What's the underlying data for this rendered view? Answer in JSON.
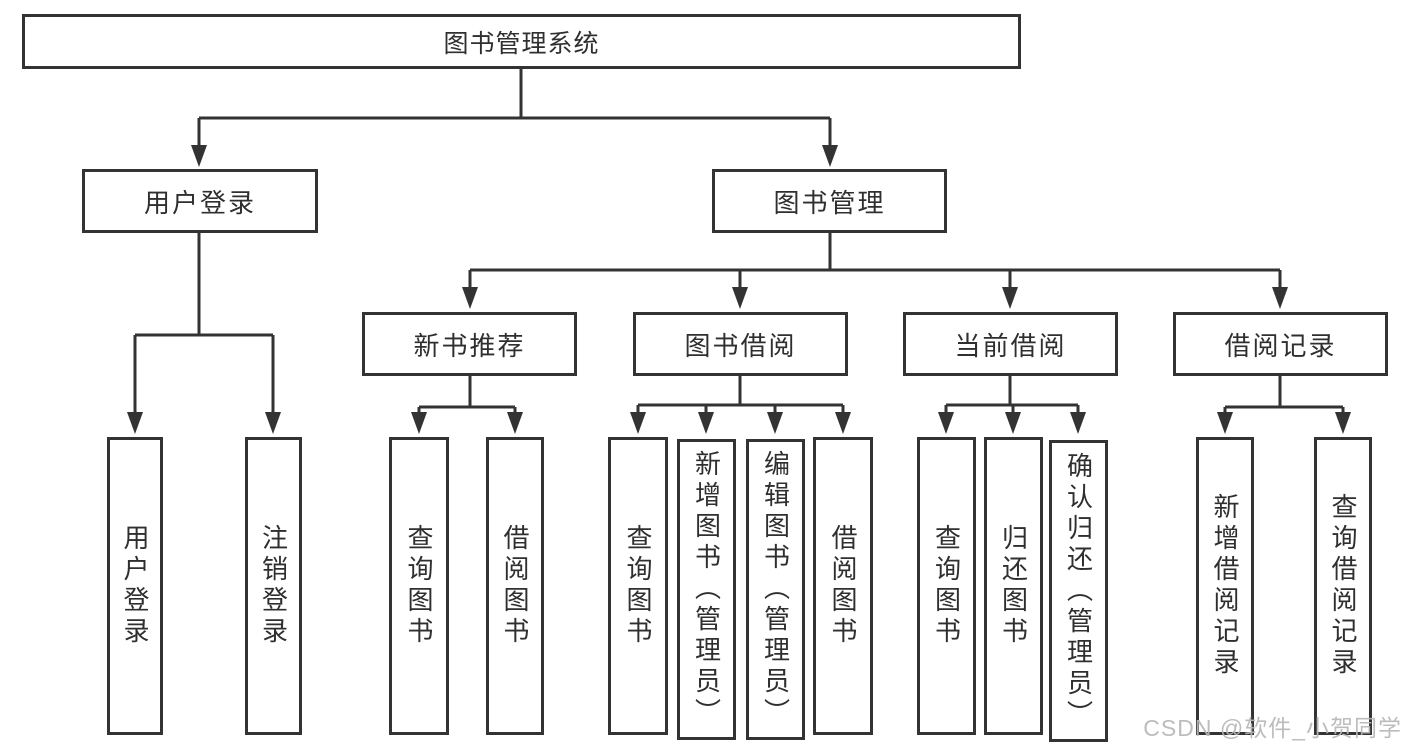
{
  "diagram": {
    "root": {
      "label": "图书管理系统"
    },
    "branches": [
      {
        "label": "用户登录",
        "children": [
          {
            "label": "用户登录"
          },
          {
            "label": "注销登录"
          }
        ]
      },
      {
        "label": "图书管理",
        "children": [
          {
            "label": "新书推荐",
            "children": [
              {
                "label": "查询图书"
              },
              {
                "label": "借阅图书"
              }
            ]
          },
          {
            "label": "图书借阅",
            "children": [
              {
                "label": "查询图书"
              },
              {
                "label": "新增图书（管理员）"
              },
              {
                "label": "编辑图书（管理员）"
              },
              {
                "label": "借阅图书"
              }
            ]
          },
          {
            "label": "当前借阅",
            "children": [
              {
                "label": "查询图书"
              },
              {
                "label": "归还图书"
              },
              {
                "label": "确认归还（管理员）"
              }
            ]
          },
          {
            "label": "借阅记录",
            "children": [
              {
                "label": "新增借阅记录"
              },
              {
                "label": "查询借阅记录"
              }
            ]
          }
        ]
      }
    ]
  },
  "watermark": {
    "text": "CSDN @软件_小贺同学",
    "color": "#b6b6b6"
  },
  "colors": {
    "line": "#333333",
    "box_border": "#333333",
    "text": "#2f2f2f",
    "background": "#ffffff",
    "watermark": "#b6b6b6"
  }
}
